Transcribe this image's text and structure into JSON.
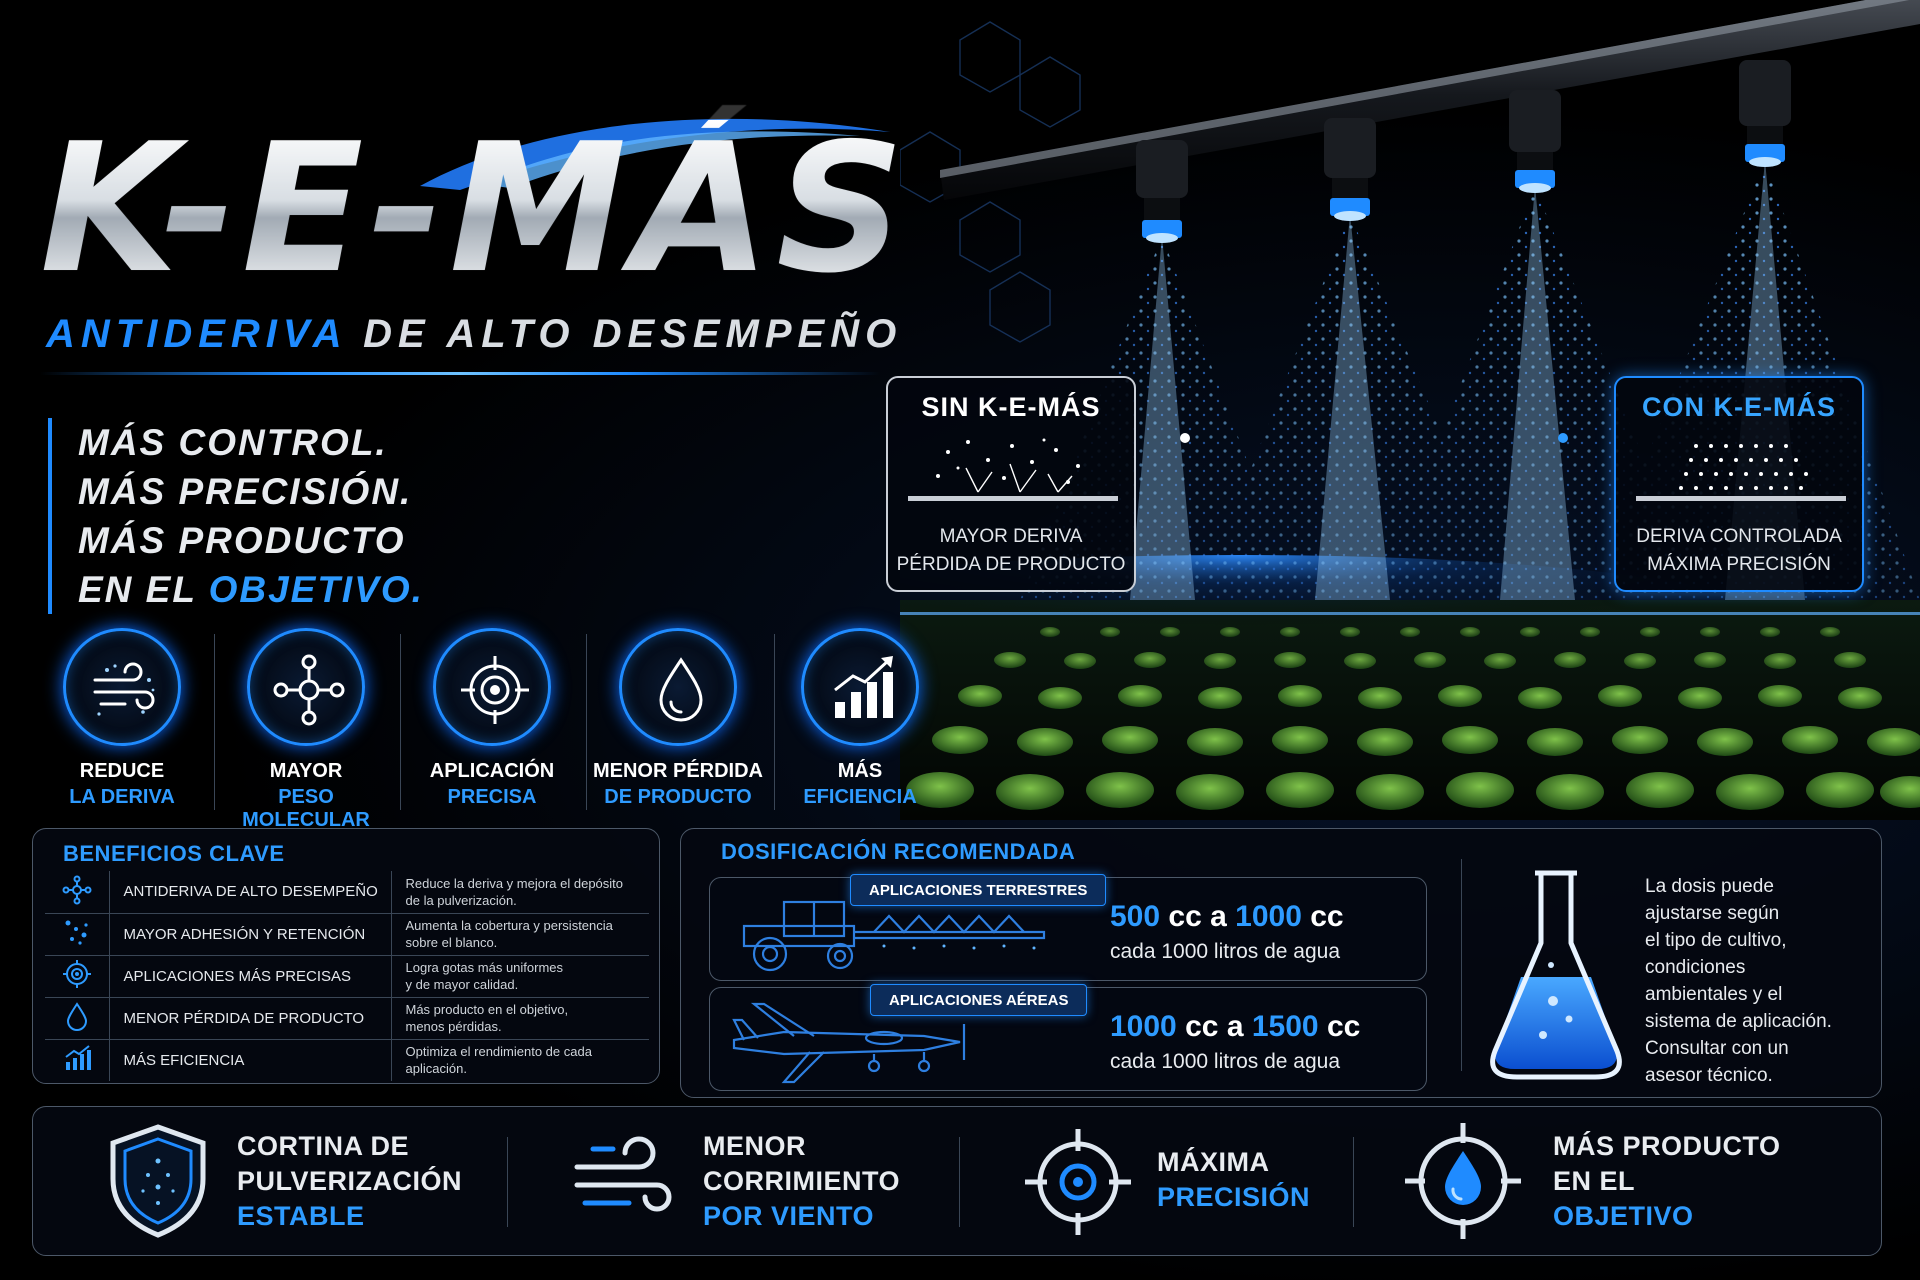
{
  "brand": {
    "title": "K-E-MÁS",
    "subtitle_accent": "ANTIDERIVA",
    "subtitle_rest": "DE ALTO DESEMPEÑO"
  },
  "slogan": {
    "line1": "MÁS CONTROL.",
    "line2": "MÁS PRECISIÓN.",
    "line3": "MÁS PRODUCTO",
    "line4_prefix": "EN EL ",
    "line4_accent": "OBJETIVO."
  },
  "features": [
    {
      "icon": "wind-drift-icon",
      "line1": "REDUCE",
      "line2": "LA DERIVA"
    },
    {
      "icon": "molecule-icon",
      "line1": "MAYOR",
      "line2": "PESO MOLECULAR"
    },
    {
      "icon": "target-icon",
      "line1": "APLICACIÓN",
      "line2": "PRECISA"
    },
    {
      "icon": "droplet-icon",
      "line1": "MENOR PÉRDIDA",
      "line2": "DE PRODUCTO"
    },
    {
      "icon": "growth-chart-icon",
      "line1": "MÁS",
      "line2": "EFICIENCIA"
    }
  ],
  "callouts": {
    "sin": {
      "title": "SIN K-E-MÁS",
      "line1": "MAYOR DERIVA",
      "line2": "PÉRDIDA DE PRODUCTO"
    },
    "con": {
      "title": "CON K-E-MÁS",
      "line1": "DERIVA CONTROLADA",
      "line2": "MÁXIMA PRECISIÓN"
    }
  },
  "benefits": {
    "title": "BENEFICIOS CLAVE",
    "rows": [
      {
        "icon": "molecule-icon",
        "name": "Antideriva de alto desempeño",
        "desc1": "Reduce la deriva y mejora el depósito",
        "desc2": "de la pulverización."
      },
      {
        "icon": "particles-icon",
        "name": "Mayor adhesión y retención",
        "desc1": "Aumenta la cobertura y persistencia",
        "desc2": "sobre el blanco."
      },
      {
        "icon": "target-icon",
        "name": "Aplicaciones más precisas",
        "desc1": "Logra gotas más uniformes",
        "desc2": "y de mayor calidad."
      },
      {
        "icon": "droplet-icon",
        "name": "Menor pérdida de producto",
        "desc1": "Más producto en el objetivo,",
        "desc2": "menos pérdidas."
      },
      {
        "icon": "growth-chart-icon",
        "name": "Más eficiencia",
        "desc1": "Optimiza el rendimiento de cada",
        "desc2": "aplicación."
      }
    ]
  },
  "dosing": {
    "title": "DOSIFICACIÓN RECOMENDADA",
    "land": {
      "tag": "APLICACIONES TERRESTRES",
      "from": "500",
      "to": "1000",
      "unit": "cc",
      "a": "a",
      "sub": "cada 1000 litros de agua"
    },
    "air": {
      "tag": "APLICACIONES AÉREAS",
      "from": "1000",
      "to": "1500",
      "unit": "cc",
      "a": "a",
      "sub": "cada 1000 litros de agua"
    },
    "note": [
      "La dosis puede",
      "ajustarse según",
      "el tipo de cultivo,",
      "condiciones",
      "ambientales y el",
      "sistema de aplicación.",
      "Consultar con un",
      "asesor técnico."
    ]
  },
  "bottom": [
    {
      "icon": "shield-icon",
      "w1": "CORTINA DE",
      "w2": "PULVERIZACIÓN",
      "b1": "ESTABLE"
    },
    {
      "icon": "wind-icon",
      "w1": "MENOR",
      "w2": "CORRIMIENTO",
      "b1": "POR VIENTO"
    },
    {
      "icon": "crosshair-icon",
      "w1": "MÁXIMA",
      "b1": "PRECISIÓN"
    },
    {
      "icon": "target-droplet-icon",
      "w1": "MÁS PRODUCTO",
      "w2": "EN EL",
      "b1": "OBJETIVO"
    }
  ],
  "colors": {
    "accent": "#1f8bff",
    "accent_light": "#2e9bff",
    "background": "#000000"
  }
}
